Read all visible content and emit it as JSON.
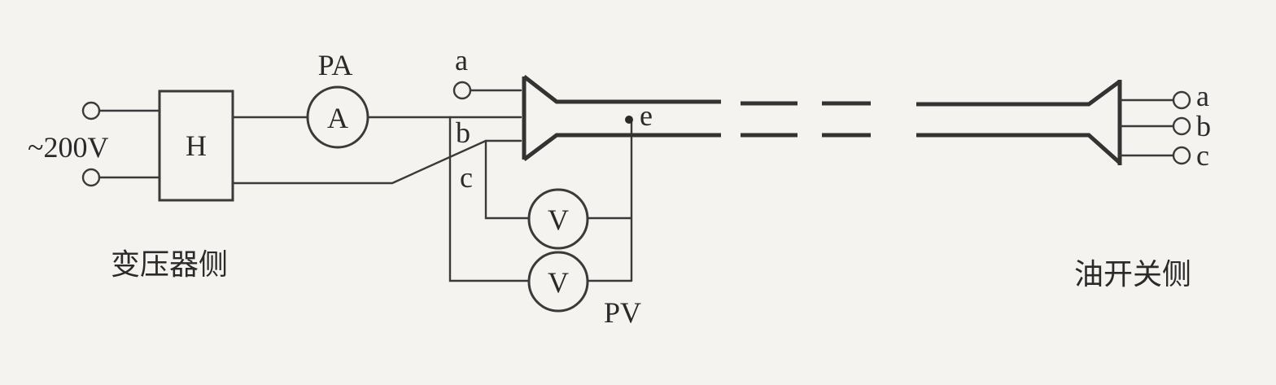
{
  "labels": {
    "source": "~200V",
    "box": "H",
    "ammeter_tag": "PA",
    "ammeter_symbol": "A",
    "volt_symbol_1": "V",
    "volt_symbol_2": "V",
    "volt_tag": "PV",
    "core_a_left": "a",
    "core_b_left": "b",
    "core_c_left": "c",
    "shield_e": "e",
    "core_a_right": "a",
    "core_b_right": "b",
    "core_c_right": "c",
    "side_left": "变压器侧",
    "side_right": "油开关侧"
  }
}
